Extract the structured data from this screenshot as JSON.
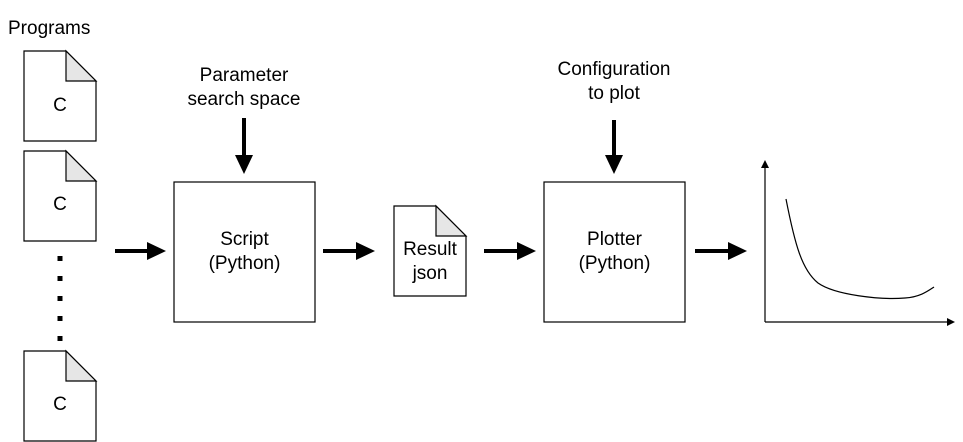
{
  "inputs": {
    "title": "Programs",
    "file_label": "C"
  },
  "params": {
    "line1": "Parameter",
    "line2": "search space"
  },
  "script": {
    "line1": "Script",
    "line2": "(Python)"
  },
  "result": {
    "line1": "Result",
    "line2": "json"
  },
  "config": {
    "line1": "Configuration",
    "line2": "to plot"
  },
  "plotter": {
    "line1": "Plotter",
    "line2": "(Python)"
  },
  "colors": {
    "stroke": "#000000",
    "file_corner": "#e6e6e6",
    "background": "#ffffff"
  },
  "icons": {
    "file": "document-icon",
    "arrow": "arrow-right-icon",
    "plot": "line-plot-icon"
  }
}
